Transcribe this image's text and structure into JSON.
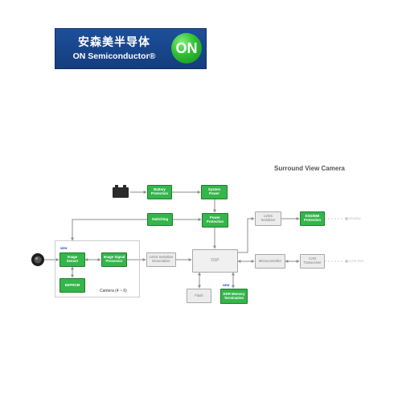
{
  "logo": {
    "chinese_name": "安森美半导体",
    "english_name": "ON Semiconductor®",
    "mark": "ON"
  },
  "diagram": {
    "title": "Surround View Camera",
    "camera_group_label": "Camera (4 ~ 6)",
    "new_tag": "NEW",
    "blocks": {
      "battery_protection": "Battery Protection",
      "system_power": "System Power",
      "switching": "Switching",
      "power_protection": "Power Protection",
      "image_sensor": "Image Sensor",
      "isp": "Image Signal Processor",
      "eeprom": "EEPROM",
      "lvds_deserializer": "LVDS Serializer Deserializer",
      "dsp": "DSP",
      "flash": "Flash",
      "ddr": "DDR Memory Termination",
      "lvds_serializer": "LVDS Serializer",
      "esd_protection": "ESD/EMI Protection",
      "microcontroller": "Microcontroller",
      "can_transceiver": "CAN Transceiver"
    },
    "faint_labels": {
      "display": "Display",
      "can_bus": "CAN Bus"
    },
    "colors": {
      "on_component": "#35b54a",
      "other_component": "#ececec",
      "wire": "#8e8e8e"
    }
  }
}
